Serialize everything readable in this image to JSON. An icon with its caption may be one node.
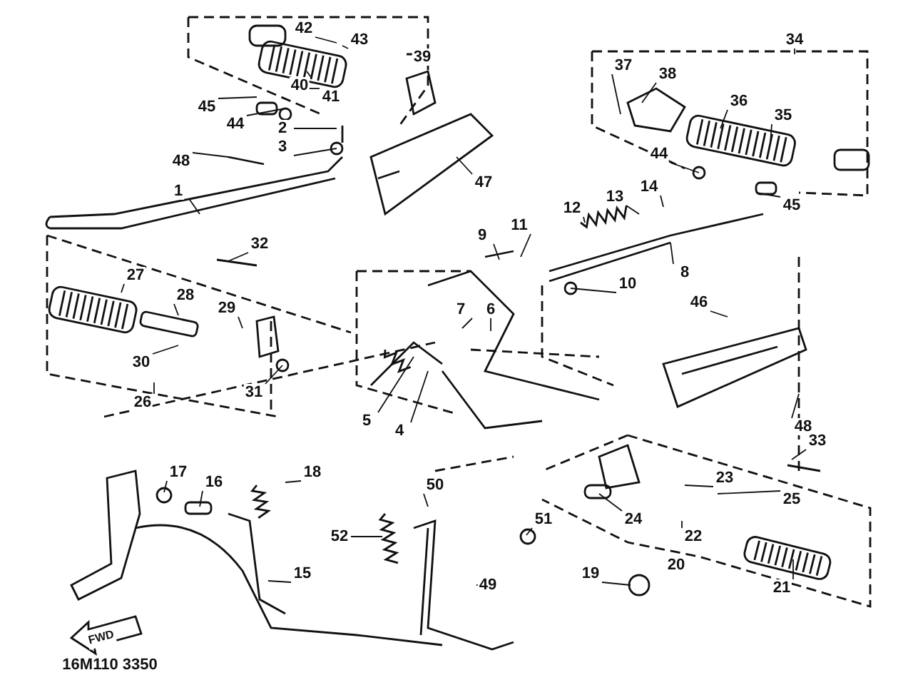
{
  "diagram": {
    "labels": [
      "42",
      "43",
      "34",
      "39",
      "40",
      "37",
      "38",
      "41",
      "36",
      "35",
      "45",
      "44",
      "2",
      "3",
      "44",
      "45",
      "48",
      "47",
      "13",
      "14",
      "12",
      "1",
      "9",
      "11",
      "32",
      "8",
      "10",
      "27",
      "28",
      "29",
      "7",
      "6",
      "46",
      "30",
      "26",
      "31",
      "5",
      "4",
      "48",
      "33",
      "17",
      "16",
      "18",
      "50",
      "23",
      "25",
      "24",
      "52",
      "51",
      "22",
      "15",
      "49",
      "19",
      "20",
      "21",
      "FWD",
      "16M110 3350"
    ]
  }
}
